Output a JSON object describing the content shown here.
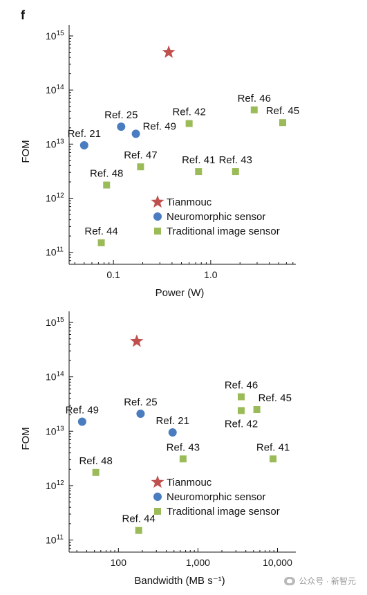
{
  "panel_letter": "f",
  "watermark": "公众号 · 新智元",
  "colors": {
    "star": "#c0504d",
    "circle": "#4a7cc0",
    "square": "#9bbb59"
  },
  "chart_data": [
    {
      "type": "scatter",
      "xlabel": "Power (W)",
      "ylabel": "FOM",
      "x_scale": "log",
      "y_scale": "log",
      "xlim": [
        0.035,
        7.5
      ],
      "ylim": [
        60000000000.0,
        1600000000000000.0
      ],
      "x_ticks": [
        {
          "value": 0.1,
          "label": "0.1"
        },
        {
          "value": 1.0,
          "label": "1.0"
        }
      ],
      "y_ticks": [
        {
          "value": 100000000000.0,
          "exp": "11"
        },
        {
          "value": 1000000000000.0,
          "exp": "12"
        },
        {
          "value": 10000000000000.0,
          "exp": "13"
        },
        {
          "value": 100000000000000.0,
          "exp": "14"
        },
        {
          "value": 1000000000000000.0,
          "exp": "15"
        }
      ],
      "y_tick_base": "10",
      "legend": {
        "placement": "lower-center",
        "entries": [
          {
            "label": "Tianmouc",
            "marker": "star"
          },
          {
            "label": "Neuromorphic sensor",
            "marker": "circle"
          },
          {
            "label": "Traditional image sensor",
            "marker": "square"
          }
        ]
      },
      "points": [
        {
          "x": 0.37,
          "y": 500000000000000.0,
          "marker": "star",
          "label": ""
        },
        {
          "x": 0.05,
          "y": 9500000000000.0,
          "marker": "circle",
          "label": "Ref. 21",
          "label_pos": "above"
        },
        {
          "x": 0.12,
          "y": 21000000000000.0,
          "marker": "circle",
          "label": "Ref. 25",
          "label_pos": "above"
        },
        {
          "x": 0.17,
          "y": 15500000000000.0,
          "marker": "circle",
          "label": "Ref. 49",
          "label_pos": "right"
        },
        {
          "x": 0.085,
          "y": 1750000000000.0,
          "marker": "square",
          "label": "Ref. 48",
          "label_pos": "above"
        },
        {
          "x": 0.19,
          "y": 3800000000000.0,
          "marker": "square",
          "label": "Ref. 47",
          "label_pos": "above"
        },
        {
          "x": 0.6,
          "y": 24000000000000.0,
          "marker": "square",
          "label": "Ref. 42",
          "label_pos": "above"
        },
        {
          "x": 0.75,
          "y": 3100000000000.0,
          "marker": "square",
          "label": "Ref. 41",
          "label_pos": "above"
        },
        {
          "x": 1.8,
          "y": 3100000000000.0,
          "marker": "square",
          "label": "Ref. 43",
          "label_pos": "above"
        },
        {
          "x": 2.8,
          "y": 43000000000000.0,
          "marker": "square",
          "label": "Ref. 46",
          "label_pos": "above"
        },
        {
          "x": 5.5,
          "y": 25000000000000.0,
          "marker": "square",
          "label": "Ref. 45",
          "label_pos": "above"
        },
        {
          "x": 0.075,
          "y": 150000000000.0,
          "marker": "square",
          "label": "Ref. 44",
          "label_pos": "above"
        }
      ]
    },
    {
      "type": "scatter",
      "xlabel": "Bandwidth (MB s⁻¹)",
      "ylabel": "FOM",
      "x_scale": "log",
      "y_scale": "log",
      "xlim": [
        24,
        17000
      ],
      "ylim": [
        60000000000.0,
        1600000000000000.0
      ],
      "x_ticks": [
        {
          "value": 100,
          "label": "100"
        },
        {
          "value": 1000,
          "label": "1,000"
        },
        {
          "value": 10000,
          "label": "10,000"
        }
      ],
      "y_ticks": [
        {
          "value": 100000000000.0,
          "exp": "11"
        },
        {
          "value": 1000000000000.0,
          "exp": "12"
        },
        {
          "value": 10000000000000.0,
          "exp": "13"
        },
        {
          "value": 100000000000000.0,
          "exp": "14"
        },
        {
          "value": 1000000000000000.0,
          "exp": "15"
        }
      ],
      "y_tick_base": "10",
      "legend": {
        "placement": "lower-center",
        "entries": [
          {
            "label": "Tianmouc",
            "marker": "star"
          },
          {
            "label": "Neuromorphic sensor",
            "marker": "circle"
          },
          {
            "label": "Traditional image sensor",
            "marker": "square"
          }
        ]
      },
      "points": [
        {
          "x": 170,
          "y": 450000000000000.0,
          "marker": "star",
          "label": ""
        },
        {
          "x": 35,
          "y": 15000000000000.0,
          "marker": "circle",
          "label": "Ref. 49",
          "label_pos": "above"
        },
        {
          "x": 190,
          "y": 21000000000000.0,
          "marker": "circle",
          "label": "Ref. 25",
          "label_pos": "above"
        },
        {
          "x": 480,
          "y": 9500000000000.0,
          "marker": "circle",
          "label": "Ref. 21",
          "label_pos": "above"
        },
        {
          "x": 52,
          "y": 1750000000000.0,
          "marker": "square",
          "label": "Ref. 48",
          "label_pos": "above"
        },
        {
          "x": 650,
          "y": 3100000000000.0,
          "marker": "square",
          "label": "Ref. 43",
          "label_pos": "above"
        },
        {
          "x": 3500,
          "y": 43000000000000.0,
          "marker": "square",
          "label": "Ref. 46",
          "label_pos": "above"
        },
        {
          "x": 3500,
          "y": 24000000000000.0,
          "marker": "square",
          "label": "Ref. 42",
          "label_pos": "below"
        },
        {
          "x": 5500,
          "y": 25000000000000.0,
          "marker": "square",
          "label": "Ref. 45",
          "label_pos": "upper-right"
        },
        {
          "x": 8800,
          "y": 3100000000000.0,
          "marker": "square",
          "label": "Ref. 41",
          "label_pos": "above"
        },
        {
          "x": 180,
          "y": 150000000000.0,
          "marker": "square",
          "label": "Ref. 44",
          "label_pos": "above"
        }
      ]
    }
  ]
}
